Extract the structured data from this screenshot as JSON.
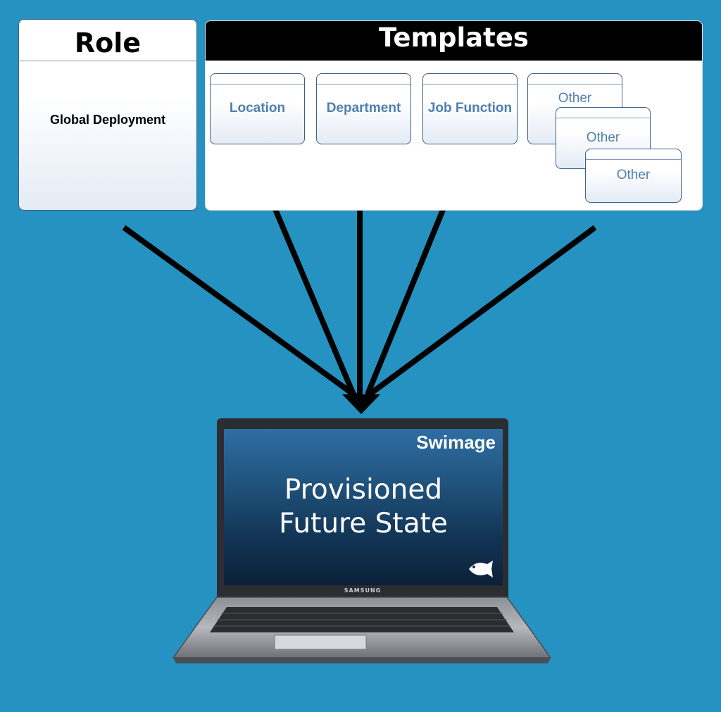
{
  "role": {
    "title": "Role",
    "value": "Global Deployment"
  },
  "templates": {
    "title": "Templates",
    "items": [
      "Location",
      "Department",
      "Job Function"
    ],
    "others": [
      "Other",
      "Other",
      "Other"
    ]
  },
  "laptop": {
    "brand": "Swimage",
    "maker": "SAMSUNG",
    "screen_line1": "Provisioned",
    "screen_line2": "Future State"
  },
  "colors": {
    "background": "#2592c1",
    "template_label": "#4f7fb0",
    "connector": "#000000"
  },
  "icons": [
    "fish-icon"
  ]
}
